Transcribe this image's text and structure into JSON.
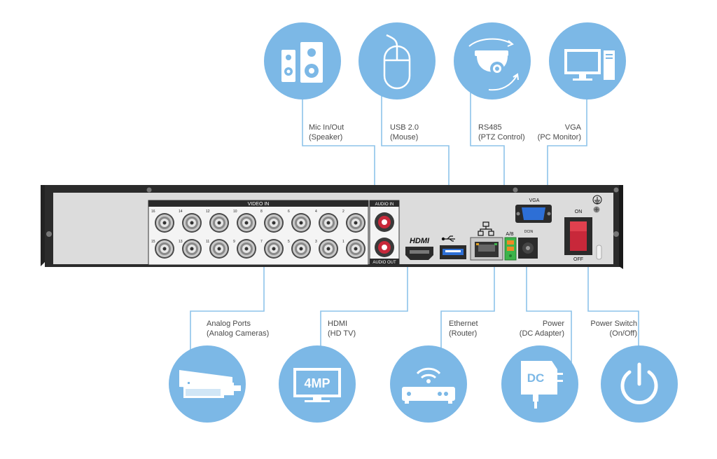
{
  "colors": {
    "accent": "#7cb8e6",
    "line": "#8ec3ea",
    "panel": "#dcdcdc",
    "chassis": "#2b2b2b",
    "text": "#4a4a4a"
  },
  "panel": {
    "video_in": "VIDEO IN",
    "audio_in": "AUDIO IN",
    "audio_out": "AUDIO OUT",
    "hdmi": "HDMI",
    "ab": "A/B",
    "dcin": "DCIN",
    "vga": "VGA",
    "on": "ON",
    "off": "OFF",
    "top_numbers": [
      "16",
      "14",
      "12",
      "10",
      "8",
      "6",
      "4",
      "2"
    ],
    "bottom_numbers": [
      "15",
      "13",
      "11",
      "9",
      "7",
      "5",
      "3",
      "1"
    ]
  },
  "callouts_top": [
    {
      "icon": "speaker-icon",
      "line1": "Mic In/Out",
      "line2": "(Speaker)"
    },
    {
      "icon": "mouse-icon",
      "line1": "USB 2.0",
      "line2": "(Mouse)"
    },
    {
      "icon": "ptz-camera-icon",
      "line1": "RS485",
      "line2": "(PTZ Control)"
    },
    {
      "icon": "monitor-icon",
      "line1": "VGA",
      "line2": "(PC Monitor)"
    }
  ],
  "callouts_bottom": [
    {
      "icon": "bullet-camera-icon",
      "line1": "Analog Ports",
      "line2": "(Analog Cameras)"
    },
    {
      "icon": "tv-4mp-icon",
      "line1": "HDMI",
      "line2": "(HD TV)",
      "badge": "4MP"
    },
    {
      "icon": "router-icon",
      "line1": "Ethernet",
      "line2": "(Router)"
    },
    {
      "icon": "dc-adapter-icon",
      "line1": "Power",
      "line2": "(DC Adapter)",
      "badge": "DC"
    },
    {
      "icon": "power-icon",
      "line1": "Power Switch",
      "line2": "(On/Off)"
    }
  ]
}
